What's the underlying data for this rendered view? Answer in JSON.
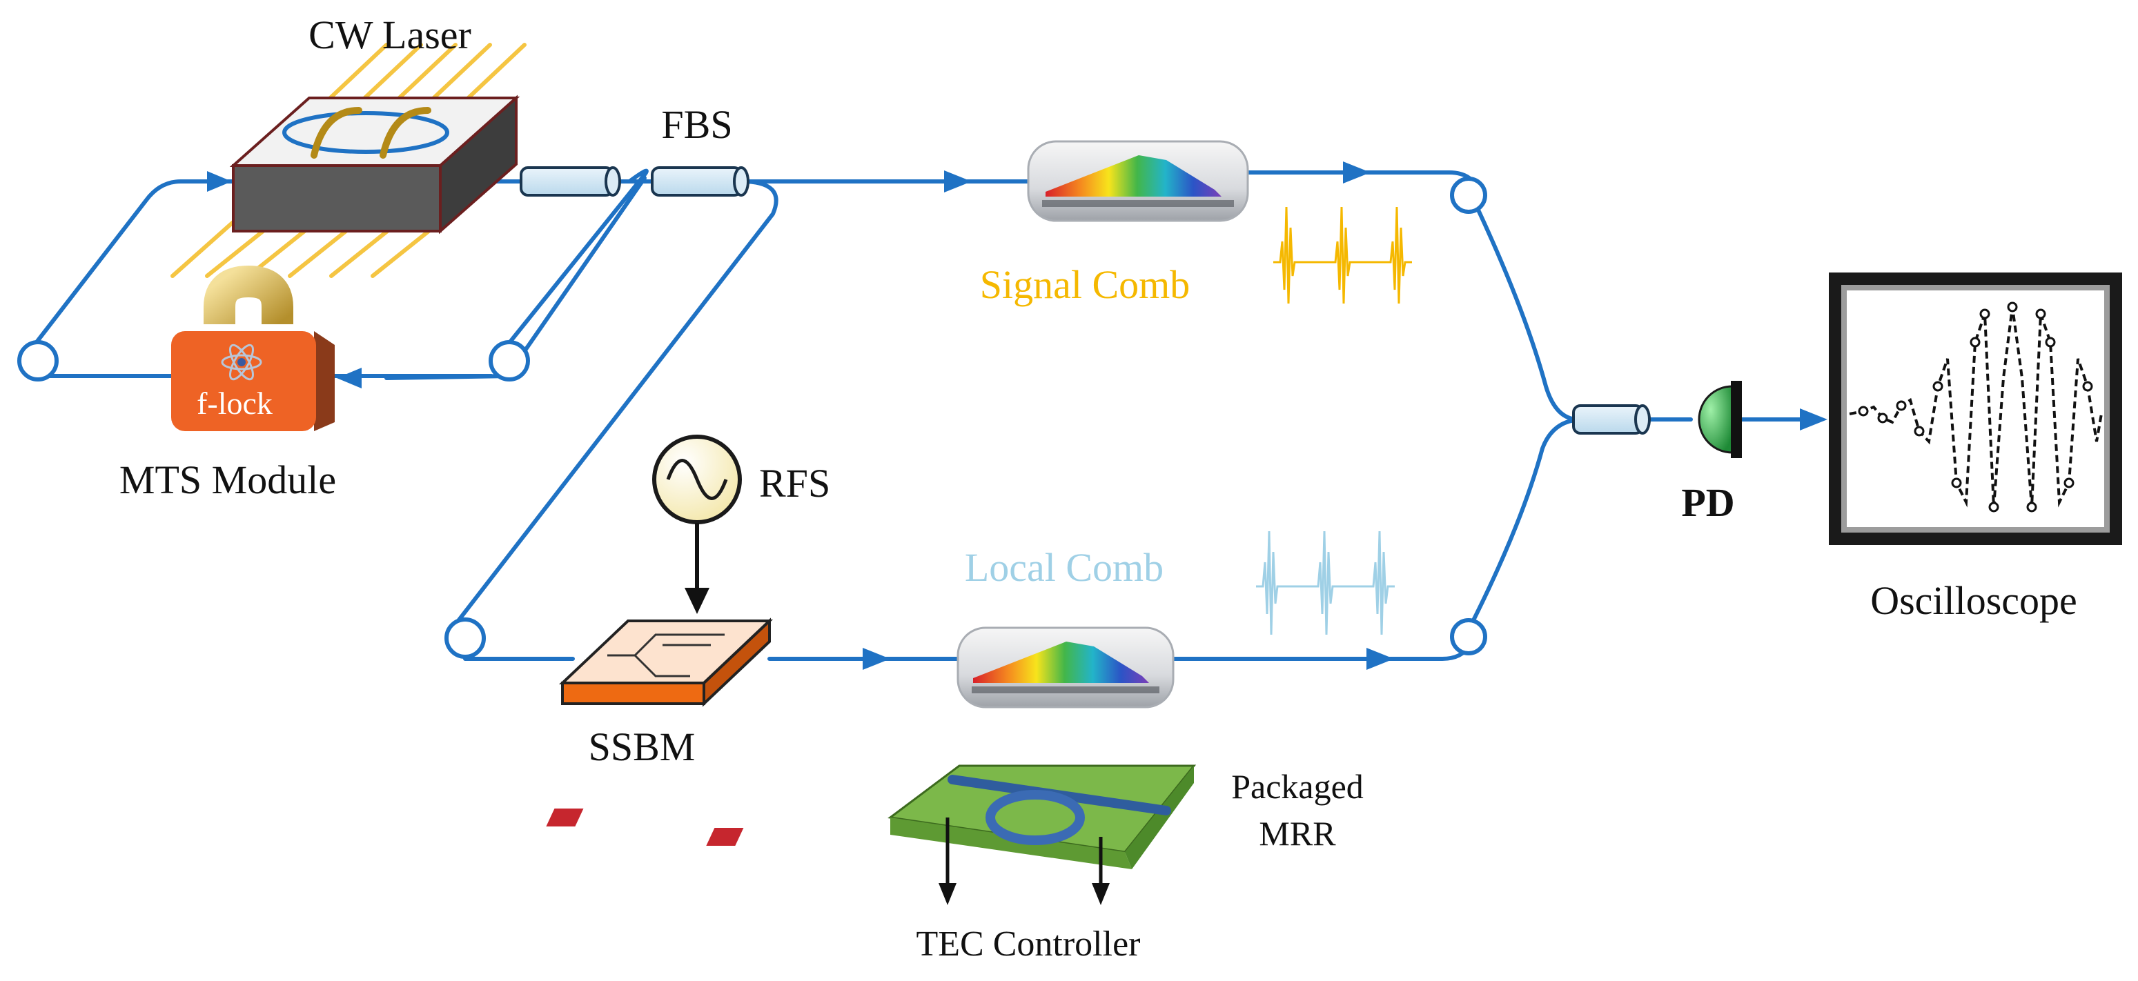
{
  "labels": {
    "cw_laser": "CW Laser",
    "fbs": "FBS",
    "flock": "f-lock",
    "mts_module": "MTS Module",
    "rfs": "RFS",
    "ssbm": "SSBM",
    "signal_comb": "Signal Comb",
    "local_comb": "Local Comb",
    "packaged": "Packaged",
    "mrr": "MRR",
    "tec_controller": "TEC Controller",
    "pd": "PD",
    "oscilloscope": "Oscilloscope"
  },
  "colors": {
    "fiber": "#1f72c4",
    "signal_comb": "#f5b800",
    "local_comb": "#9fd0e6",
    "flock_body": "#ee6325",
    "ssbm_top": "#fde3cf",
    "ssbm_side": "#ee6a12",
    "mrr_chip": "#7cb84a",
    "pd": "#2aa84a"
  }
}
